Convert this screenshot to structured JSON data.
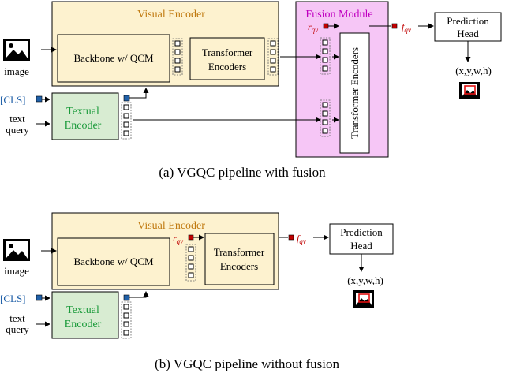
{
  "colors": {
    "encoder_fill": "#fdf2cf",
    "fusion_fill": "#f6c6f6",
    "textual_fill": "#d8ecd2",
    "cls_token": "#2060a8",
    "feature_token": "#c00000"
  },
  "top": {
    "visual_encoder_title": "Visual Encoder",
    "backbone_label": "Backbone w/ QCM",
    "transformer_line1": "Transformer",
    "transformer_line2": "Encoders",
    "fusion_title": "Fusion Module",
    "fusion_transformer_label": "Transformer Encoders",
    "r_qv": "r",
    "r_qv_sub": "qv",
    "f_qv": "f",
    "f_qv_sub": "qv",
    "prediction_line1": "Prediction",
    "prediction_line2": "Head",
    "output": "(x,y,w,h)",
    "image_label": "image",
    "cls_label": "[CLS]",
    "textual_line1": "Textual",
    "textual_line2": "Encoder",
    "text_line1": "text",
    "text_line2": "query",
    "caption": "(a) VGQC pipeline with fusion"
  },
  "bottom": {
    "visual_encoder_title": "Visual Encoder",
    "backbone_label": "Backbone w/ QCM",
    "transformer_line1": "Transformer",
    "transformer_line2": "Encoders",
    "r_qv": "r",
    "r_qv_sub": "qv",
    "f_qv": "f",
    "f_qv_sub": "qv",
    "prediction_line1": "Prediction",
    "prediction_line2": "Head",
    "output": "(x,y,w,h)",
    "image_label": "image",
    "cls_label": "[CLS]",
    "textual_line1": "Textual",
    "textual_line2": "Encoder",
    "text_line1": "text",
    "text_line2": "query",
    "caption": "(b) VGQC pipeline without fusion"
  }
}
